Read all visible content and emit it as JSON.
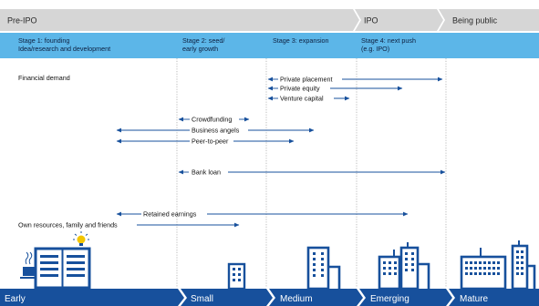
{
  "phases": [
    "Pre-IPO",
    "IPO",
    "Being public"
  ],
  "stages": [
    {
      "line1": "Stage 1: founding",
      "line2": "Idea/research and development"
    },
    {
      "line1": "Stage 2: seed/",
      "line2": "early growth"
    },
    {
      "line1": "Stage 3: expansion",
      "line2": ""
    },
    {
      "line1": "Stage 4: next push",
      "line2": "(e.g. IPO)"
    }
  ],
  "financial_demand": "Financial demand",
  "sources": [
    "Private placement",
    "Private equity",
    "Venture capital",
    "Crowdfunding",
    "Business angels",
    "Peer-to-peer",
    "Bank loan",
    "Retained earnings",
    "Own resources, family and friends"
  ],
  "company_sizes": [
    "Early",
    "Small",
    "Medium",
    "Emerging",
    "Mature"
  ],
  "colors": {
    "header_grey": "#d6d6d6",
    "stage_blue": "#5cb6e8",
    "navy": "#17509c"
  }
}
